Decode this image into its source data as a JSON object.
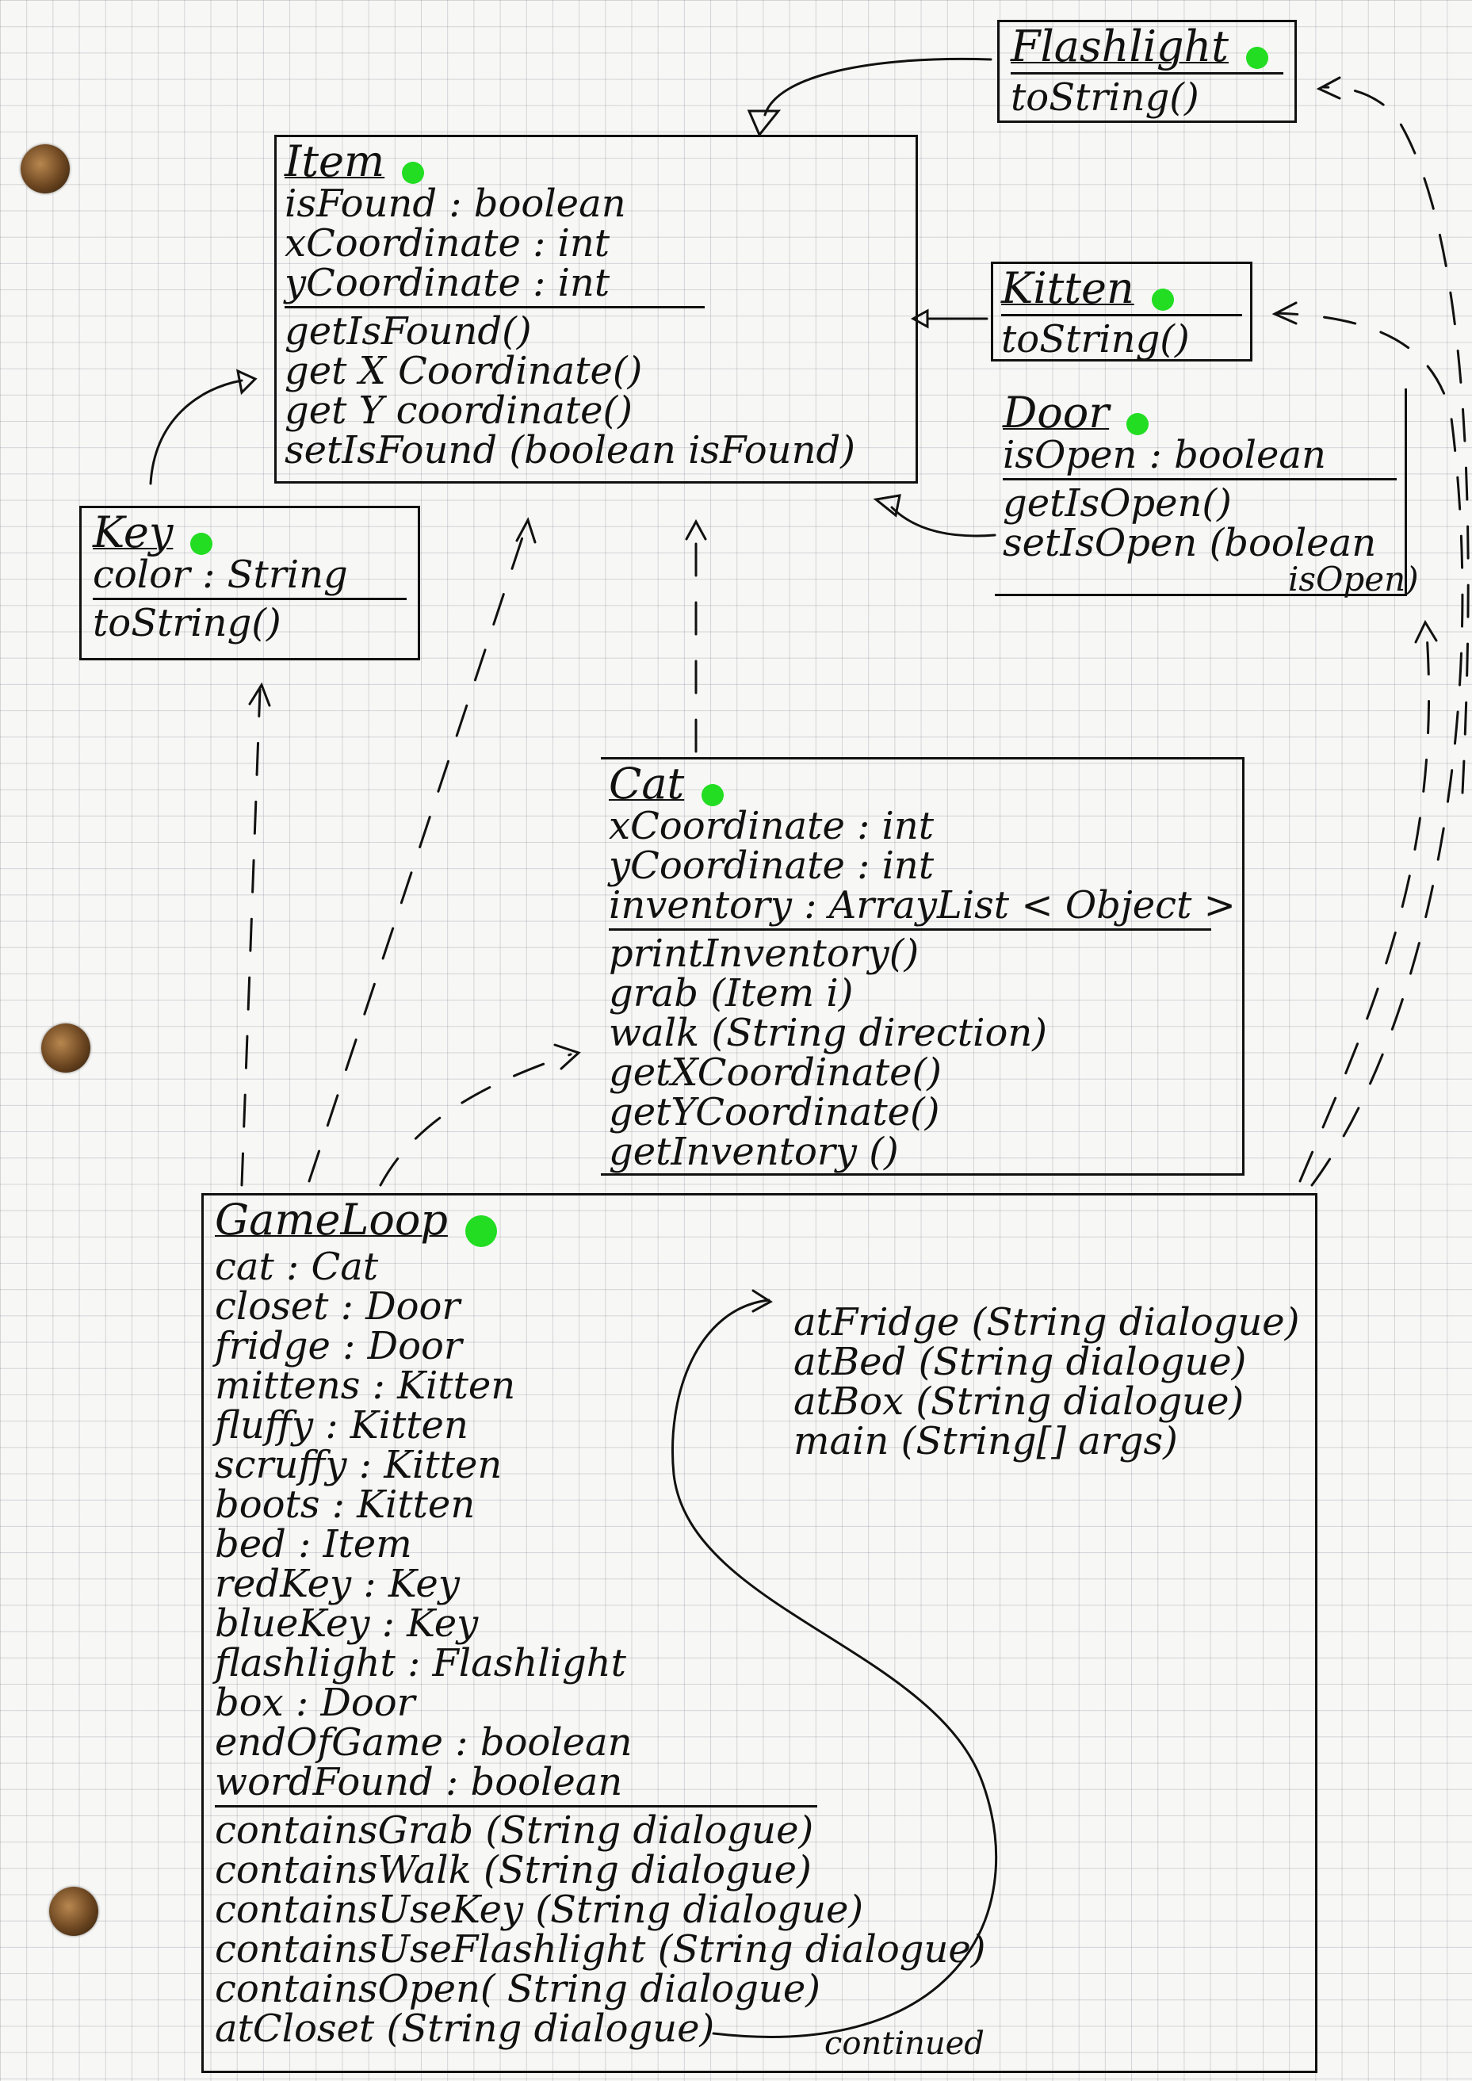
{
  "diagram": {
    "classes": {
      "flashlight": {
        "name": "Flashlight",
        "fields": [],
        "methods": [
          "toString()"
        ]
      },
      "item": {
        "name": "Item",
        "fields": [
          "isFound : boolean",
          "xCoordinate : int",
          "yCoordinate : int"
        ],
        "methods": [
          "getIsFound()",
          "get X Coordinate()",
          "get Y coordinate()",
          "setIsFound (boolean isFound)"
        ]
      },
      "kitten": {
        "name": "Kitten",
        "fields": [],
        "methods": [
          "toString()"
        ]
      },
      "door": {
        "name": "Door",
        "fields": [
          "isOpen : boolean"
        ],
        "methods": [
          "getIsOpen()",
          "setIsOpen (boolean",
          "isOpen)"
        ]
      },
      "key": {
        "name": "Key",
        "fields": [
          "color : String"
        ],
        "methods": [
          "toString()"
        ]
      },
      "cat": {
        "name": "Cat",
        "fields": [
          "xCoordinate : int",
          "yCoordinate : int",
          "inventory : ArrayList < Object >"
        ],
        "methods": [
          "printInventory()",
          "grab (Item i)",
          "walk (String direction)",
          "getXCoordinate()",
          "getYCoordinate()",
          "getInventory ()"
        ]
      },
      "gameloop": {
        "name": "GameLoop",
        "fields": [
          "cat : Cat",
          "closet : Door",
          "fridge : Door",
          "mittens : Kitten",
          "fluffy : Kitten",
          "scruffy : Kitten",
          "boots : Kitten",
          "bed : Item",
          "redKey : Key",
          "blueKey : Key",
          "flashlight : Flashlight",
          "box : Door",
          "endOfGame : boolean",
          "wordFound : boolean"
        ],
        "methods": [
          "containsGrab (String dialogue)",
          "containsWalk (String dialogue)",
          "containsUseKey (String dialogue)",
          "containsUseFlashlight (String dialogue)",
          "containsOpen( String dialogue)",
          "atCloset (String dialogue)"
        ],
        "methods_continued": [
          "atFridge (String dialogue)",
          "atBed (String dialogue)",
          "atBox (String dialogue)",
          "main (String[] args)"
        ],
        "continued_label": "continued"
      }
    }
  }
}
